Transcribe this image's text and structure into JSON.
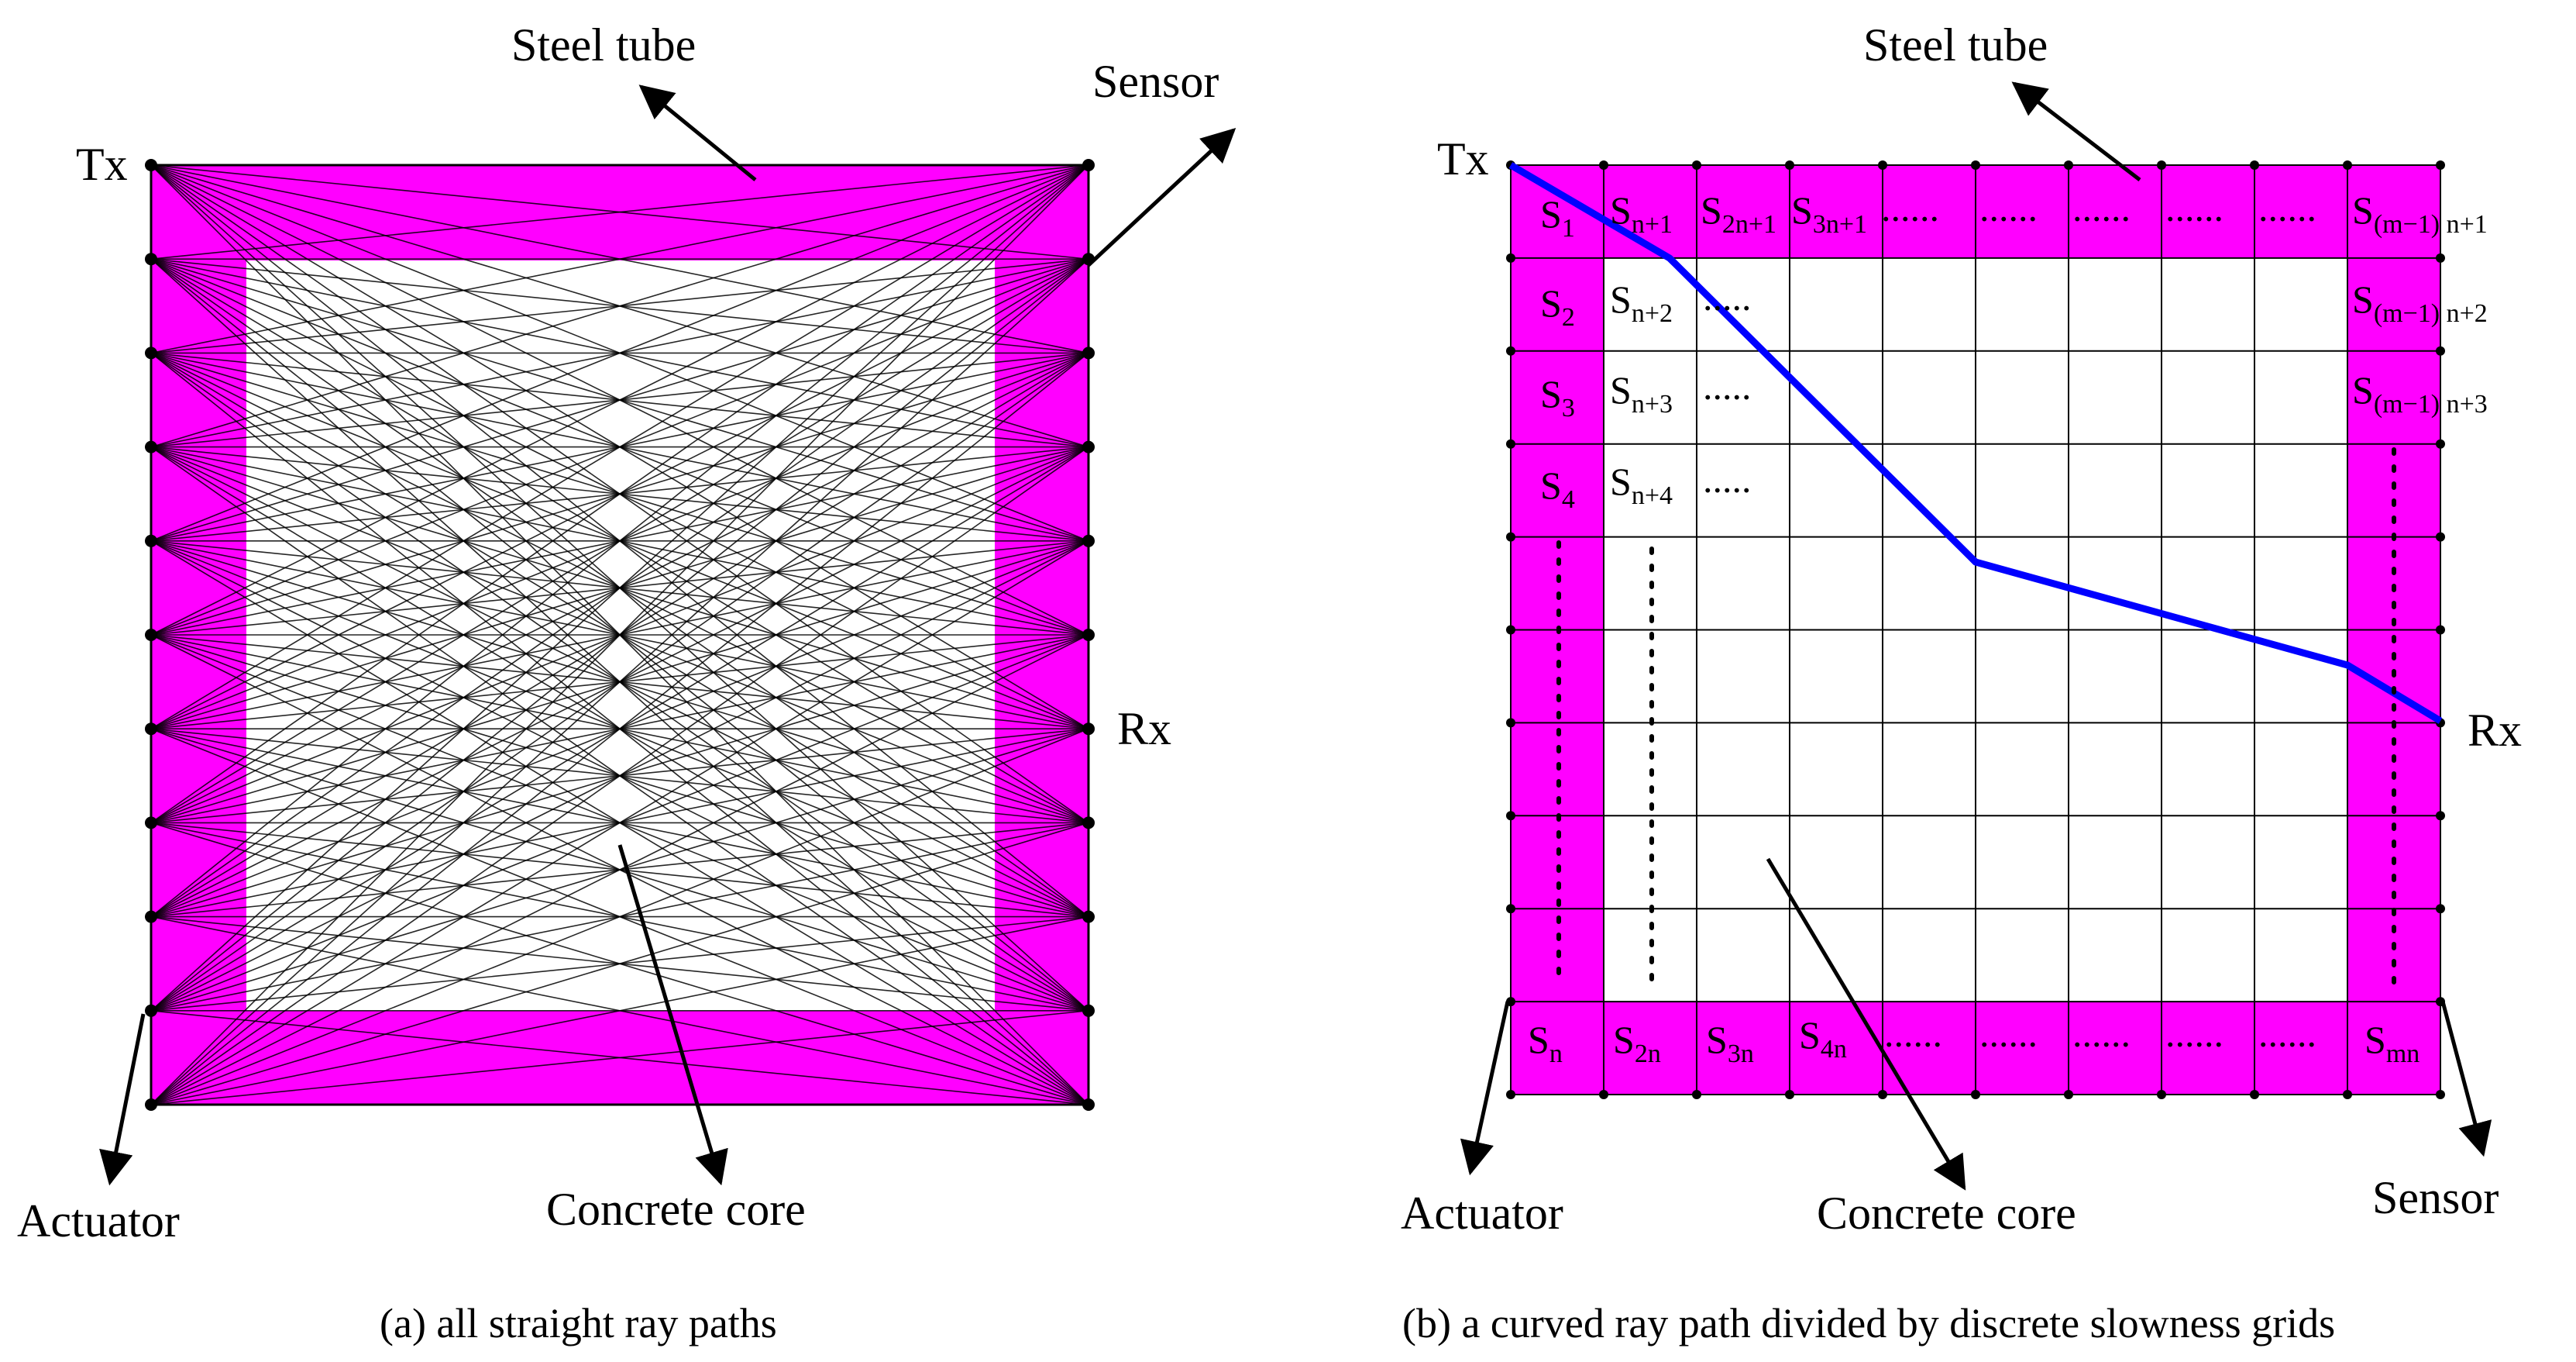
{
  "colors": {
    "steel": "#ff00ff",
    "ray": "#0000ff",
    "line": "#000000",
    "background": "#ffffff"
  },
  "panel_a": {
    "label_steel": "Steel tube",
    "label_sensor": "Sensor",
    "label_tx": "Tx",
    "label_rx": "Rx",
    "label_actuator": "Actuator",
    "label_concrete": "Concrete core",
    "caption": "(a) all straight ray paths"
  },
  "panel_b": {
    "label_steel": "Steel tube",
    "label_tx": "Tx",
    "label_rx": "Rx",
    "label_actuator": "Actuator",
    "label_concrete": "Concrete core",
    "label_sensor": "Sensor",
    "caption": "(b) a curved ray path divided by discrete slowness grids",
    "cells": {
      "s1": {
        "base": "S",
        "sub": "1"
      },
      "sn1": {
        "base": "S",
        "sub": "n+1"
      },
      "s2n1": {
        "base": "S",
        "sub": "2n+1"
      },
      "s3n1": {
        "base": "S",
        "sub": "3n+1"
      },
      "sm1n1": {
        "base": "S",
        "sub": "(m−1) n+1"
      },
      "s2": {
        "base": "S",
        "sub": "2"
      },
      "sn2": {
        "base": "S",
        "sub": "n+2"
      },
      "sm1n2": {
        "base": "S",
        "sub": "(m−1) n+2"
      },
      "s3": {
        "base": "S",
        "sub": "3"
      },
      "sn3": {
        "base": "S",
        "sub": "n+3"
      },
      "sm1n3": {
        "base": "S",
        "sub": "(m−1) n+3"
      },
      "s4": {
        "base": "S",
        "sub": "4"
      },
      "sn4": {
        "base": "S",
        "sub": "n+4"
      },
      "sn": {
        "base": "S",
        "sub": "n"
      },
      "s2n": {
        "base": "S",
        "sub": "2n"
      },
      "s3n": {
        "base": "S",
        "sub": "3n"
      },
      "s4n": {
        "base": "S",
        "sub": "4n"
      },
      "smn": {
        "base": "S",
        "sub": "mn"
      },
      "dots_h": "......",
      "dots_short": "....."
    }
  }
}
